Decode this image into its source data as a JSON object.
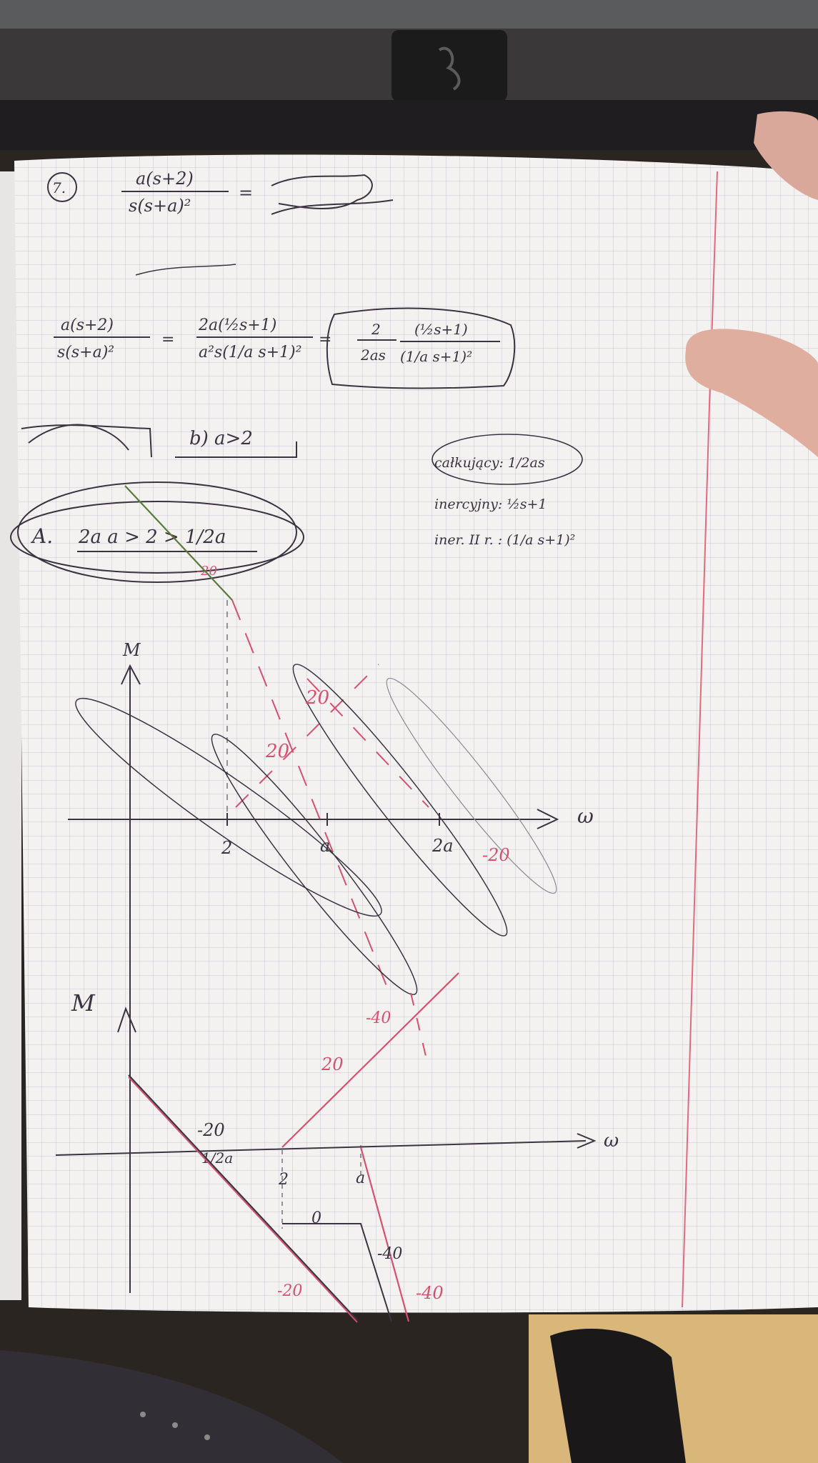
{
  "header_note": {
    "problem_number": "7.",
    "eq1_lhs": "a(s+2)",
    "eq1_lhs_den": "s(s+a)²",
    "eq3_lhs": "a(s+2)",
    "eq3_lhs_den": "s(s+a)²",
    "eq3_mid_num": "2a(½s+1)",
    "eq3_mid_den": "a²s(1/a s+1)²",
    "eq3_rhs_num": "2",
    "eq3_rhs_den": "2as",
    "eq3_rhs_frac_num": "(½s+1)",
    "eq3_rhs_frac_den": "(1/a s+1)²",
    "case_b": "b) a>2",
    "case_a_label": "A.",
    "case_a_cond": "2a a > 2 > 1/2a"
  },
  "terms": {
    "t1": "całkujący: 1/2as",
    "t2": "inercyjny: ½s+1",
    "t3": "iner. II r. : (1/a s+1)²"
  },
  "plot_top": {
    "y_axis_label": "M",
    "x_axis_label": "ω",
    "tick_labels": [
      "2",
      "a",
      "2a"
    ],
    "slope_labels": [
      "-20",
      "20",
      "20",
      "-20"
    ]
  },
  "plot_bottom": {
    "y_axis_label": "M",
    "x_axis_label": "ω",
    "tick_labels": [
      "1/2a",
      "2",
      "a"
    ],
    "slope_labels": [
      "-20",
      "20",
      "-40",
      "0",
      "-40",
      "-20",
      "-40"
    ]
  },
  "colors": {
    "paper": "#f4f2f1",
    "grid": "#c7c9d4",
    "margin_line": "#e26a7e",
    "ink": "#3a3340",
    "red_ink": "#d8506e"
  }
}
